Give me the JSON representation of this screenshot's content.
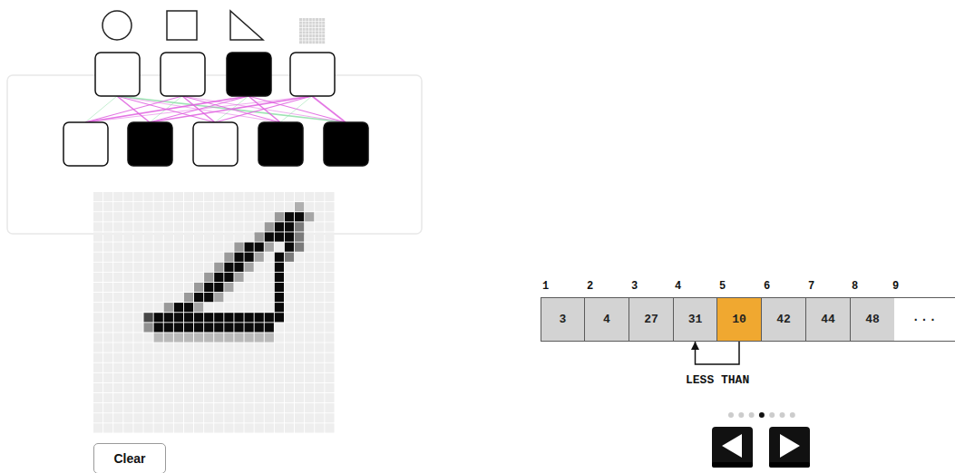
{
  "diagram": {
    "nodes": [
      {
        "text": [
          "3"
        ]
      },
      {
        "text": [
          "4"
        ]
      },
      {
        "text": [
          "27"
        ]
      },
      {
        "text": [
          "31"
        ]
      },
      {
        "text": [
          "10"
        ]
      },
      {
        "text": [
          "42"
        ]
      },
      {
        "text": [
          "44"
        ]
      },
      {
        "text": [
          "48"
        ]
      },
      {
        "text": [
          "···"
        ]
      },
      {
        "text": [
          "Clear"
        ]
      }
    ],
    "edges": [
      {
        "from": 4,
        "to": 3,
        "arrow": "to",
        "label": "LESS THAN"
      }
    ],
    "labels": [
      "1",
      "2",
      "3",
      "4",
      "5",
      "6",
      "7",
      "8",
      "9"
    ]
  }
}
